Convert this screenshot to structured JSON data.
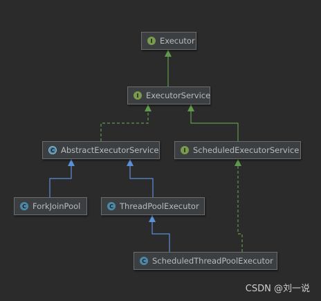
{
  "nodes": {
    "executor": {
      "name": "Executor",
      "kind": "I"
    },
    "executor_service": {
      "name": "ExecutorService",
      "kind": "I"
    },
    "abstract_executor_service": {
      "name": "AbstractExecutorService",
      "kind": "C"
    },
    "scheduled_executor_service": {
      "name": "ScheduledExecutorService",
      "kind": "I"
    },
    "fork_join_pool": {
      "name": "ForkJoinPool",
      "kind": "C"
    },
    "thread_pool_executor": {
      "name": "ThreadPoolExecutor",
      "kind": "C"
    },
    "scheduled_thread_pool_executor": {
      "name": "ScheduledThreadPoolExecutor",
      "kind": "C"
    }
  },
  "colors": {
    "extends_interface": "#5f9a4c",
    "extends_class": "#5b8fd6",
    "background": "#2b2b2b",
    "node_fill": "#3c3f41"
  },
  "edges": [
    {
      "from": "executor_service",
      "to": "executor",
      "style": "solid",
      "color": "extends_interface"
    },
    {
      "from": "abstract_executor_service",
      "to": "executor_service",
      "style": "dashed",
      "color": "extends_interface"
    },
    {
      "from": "scheduled_executor_service",
      "to": "executor_service",
      "style": "solid",
      "color": "extends_interface"
    },
    {
      "from": "fork_join_pool",
      "to": "abstract_executor_service",
      "style": "solid",
      "color": "extends_class"
    },
    {
      "from": "thread_pool_executor",
      "to": "abstract_executor_service",
      "style": "solid",
      "color": "extends_class"
    },
    {
      "from": "scheduled_thread_pool_executor",
      "to": "thread_pool_executor",
      "style": "solid",
      "color": "extends_class"
    },
    {
      "from": "scheduled_thread_pool_executor",
      "to": "scheduled_executor_service",
      "style": "dashed",
      "color": "extends_interface"
    }
  ],
  "watermark": "CSDN @刘一说"
}
